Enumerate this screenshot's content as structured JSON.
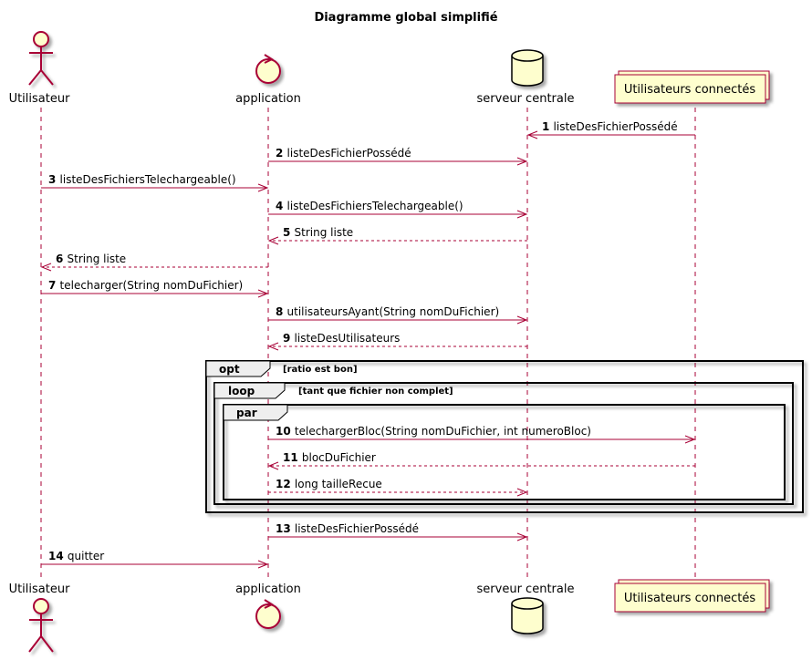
{
  "title": "Diagramme global simplifié",
  "participants": [
    {
      "name": "Utilisateur",
      "kind": "actor"
    },
    {
      "name": "application",
      "kind": "control"
    },
    {
      "name": "serveur centrale",
      "kind": "database"
    },
    {
      "name": "Utilisateurs connectés",
      "kind": "collections"
    }
  ],
  "messages": [
    {
      "num": "1",
      "text": "listeDesFichierPossédé",
      "style": "sync"
    },
    {
      "num": "2",
      "text": "listeDesFichierPossédé",
      "style": "sync"
    },
    {
      "num": "3",
      "text": "listeDesFichiersTelechargeable()",
      "style": "sync"
    },
    {
      "num": "4",
      "text": "listeDesFichiersTelechargeable()",
      "style": "sync"
    },
    {
      "num": "5",
      "text": "String liste",
      "style": "return"
    },
    {
      "num": "6",
      "text": "String liste",
      "style": "return"
    },
    {
      "num": "7",
      "text": "telecharger(String nomDuFichier)",
      "style": "sync"
    },
    {
      "num": "8",
      "text": "utilisateursAyant(String nomDuFichier)",
      "style": "sync"
    },
    {
      "num": "9",
      "text": "listeDesUtilisateurs",
      "style": "return"
    },
    {
      "num": "10",
      "text": "telechargerBloc(String nomDuFichier, int numeroBloc)",
      "style": "sync"
    },
    {
      "num": "11",
      "text": "blocDuFichier",
      "style": "return"
    },
    {
      "num": "12",
      "text": "long tailleRecue",
      "style": "return"
    },
    {
      "num": "13",
      "text": "listeDesFichierPossédé",
      "style": "sync"
    },
    {
      "num": "14",
      "text": "quitter",
      "style": "sync"
    }
  ],
  "fragments": [
    {
      "kind": "opt",
      "guard": "[ratio est bon]"
    },
    {
      "kind": "loop",
      "guard": "[tant que fichier non complet]"
    },
    {
      "kind": "par",
      "guard": ""
    }
  ],
  "colors": {
    "arrow": "#A80036",
    "participant_fill": "#FEFECE",
    "lifeline": "#A80036",
    "frame": "#000000"
  }
}
